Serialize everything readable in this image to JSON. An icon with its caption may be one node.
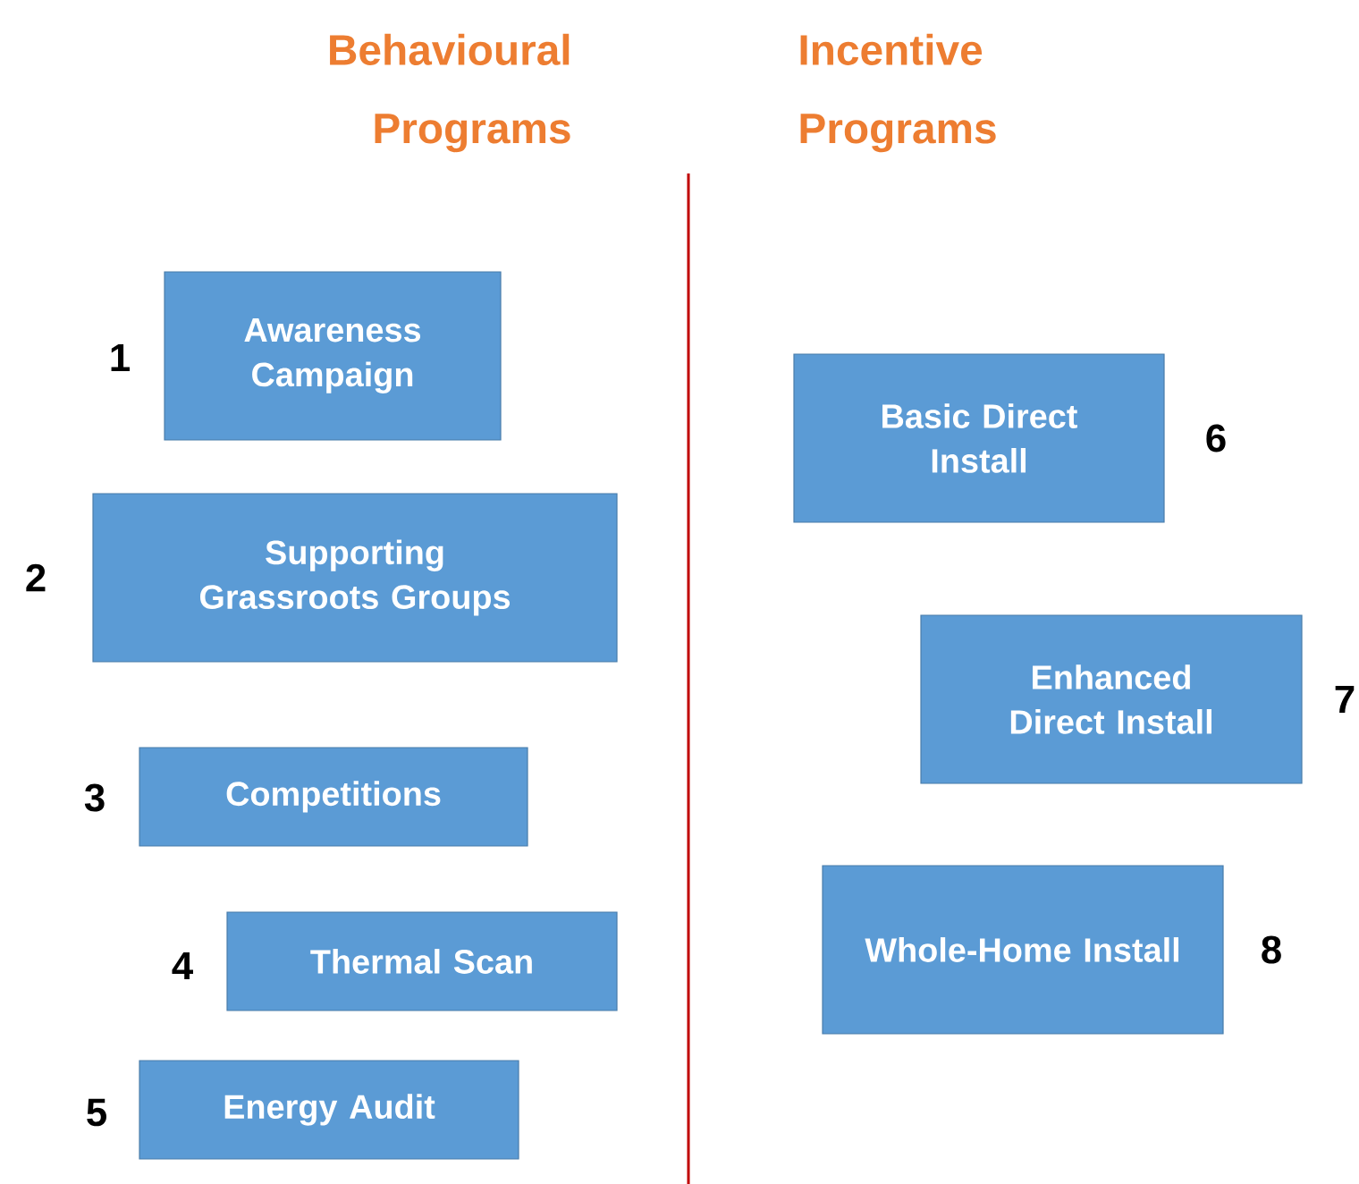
{
  "diagram": {
    "nodes": [
      {
        "text": [
          "Awareness Campaign"
        ],
        "beside": [
          "1"
        ]
      },
      {
        "text": [
          "Supporting Grassroots Groups"
        ],
        "beside": [
          "2"
        ]
      },
      {
        "text": [
          "Competitions"
        ],
        "beside": [
          "3"
        ]
      },
      {
        "text": [
          "Thermal Scan"
        ],
        "beside": [
          "4"
        ]
      },
      {
        "text": [
          "Energy Audit"
        ],
        "beside": [
          "5"
        ]
      },
      {
        "text": [
          "Basic Direct Install"
        ],
        "beside": [
          "6"
        ]
      },
      {
        "text": [
          "Enhanced Direct Install"
        ],
        "beside": [
          "7"
        ]
      },
      {
        "text": [
          "Whole-Home Install"
        ],
        "beside": [
          "8"
        ]
      }
    ],
    "labels": [
      "Behavioural Programs",
      "Incentive Programs"
    ]
  }
}
